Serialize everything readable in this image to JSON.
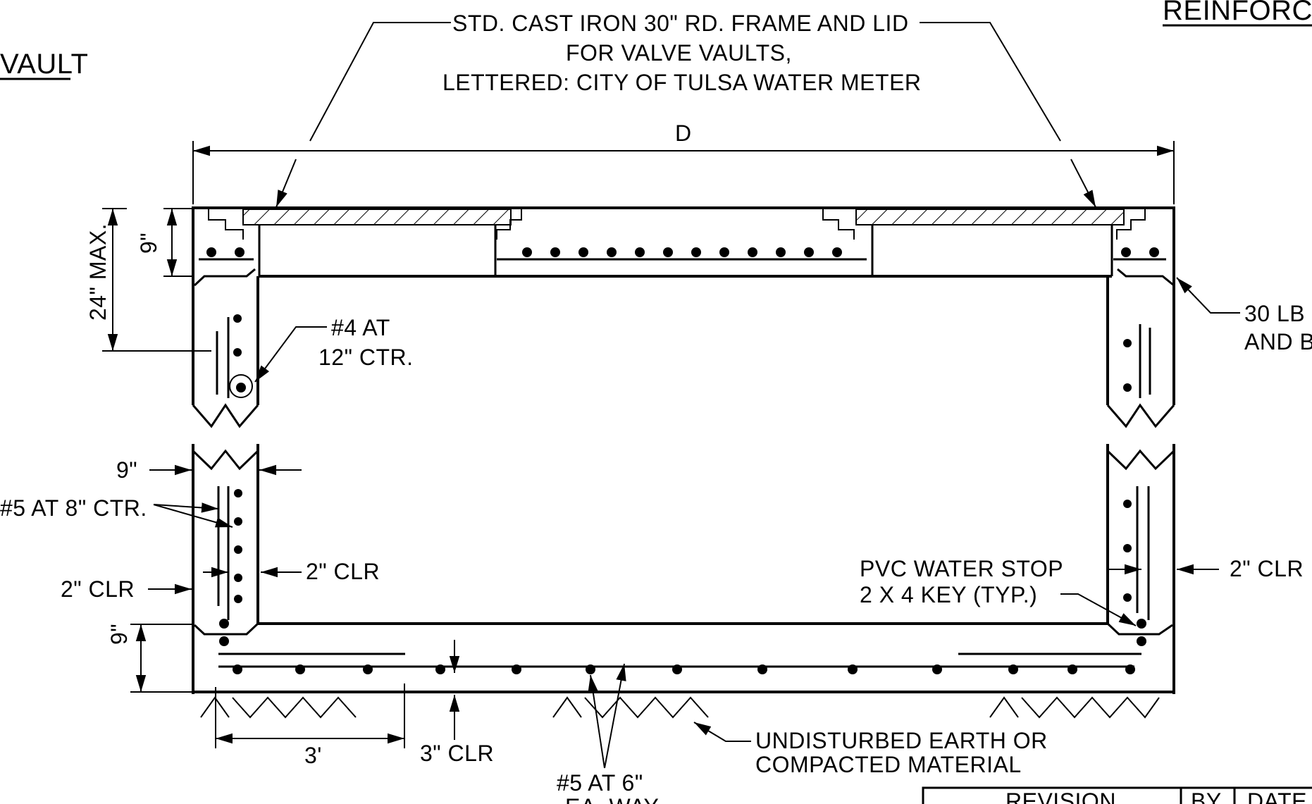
{
  "titles": {
    "left_title": "VAULT",
    "right_title": "REINFORCED"
  },
  "callouts": {
    "frame_line1": "STD. CAST IRON 30\" RD. FRAME AND LID",
    "frame_line2": "FOR VALVE VAULTS,",
    "frame_line3": "LETTERED: CITY OF TULSA WATER METER",
    "rebar_top_line1": "#4 AT",
    "rebar_top_line2": "12\" CTR.",
    "rebar_wall": "#5 AT 8\" CTR.",
    "clr_wall_inner": "2\" CLR",
    "clr_wall_outer": "2\" CLR",
    "clr_right": "2\" CLR",
    "waterstop_line1": "PVC WATER STOP",
    "waterstop_line2": "2 X 4 KEY (TYP.)",
    "earth_line1": "UNDISTURBED EARTH OR",
    "earth_line2": "COMPACTED MATERIAL",
    "rebar_bottom_line1": "#5 AT 6\"",
    "rebar_bottom_line2": "EA. WAY",
    "clr_bottom": "3\" CLR",
    "felt_line1": "30 LB",
    "felt_line2": "AND B"
  },
  "dimensions": {
    "width": "D",
    "top_slab": "9\"",
    "max_depth": "24\" MAX.",
    "wall": "9\"",
    "base_slab": "9\"",
    "footing": "3'"
  },
  "revision_table": {
    "headers": [
      "REVISION",
      "BY",
      "DATE"
    ]
  }
}
